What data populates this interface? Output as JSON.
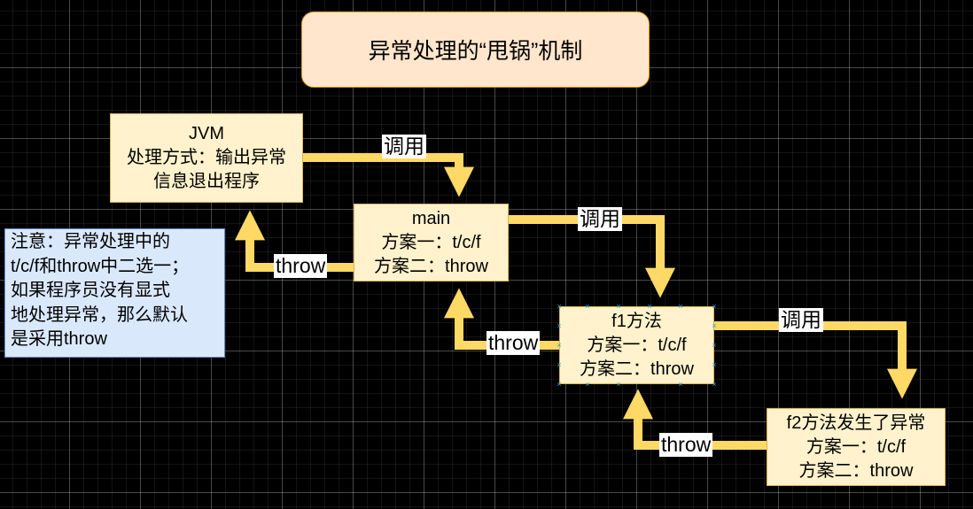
{
  "title": "异常处理的“甩锅”机制",
  "nodes": {
    "jvm": {
      "lines": [
        "JVM",
        "处理方式：输出异常",
        "信息退出程序"
      ]
    },
    "main": {
      "lines": [
        "main",
        "方案一：t/c/f",
        "方案二：throw"
      ]
    },
    "f1": {
      "lines": [
        "f1方法",
        "方案一：t/c/f",
        "方案二：throw"
      ]
    },
    "f2": {
      "lines": [
        "f2方法发生了异常",
        "方案一：t/c/f",
        "方案二：throw"
      ]
    }
  },
  "note": {
    "lines": [
      "注意：异常处理中的",
      "t/c/f和throw中二选一；",
      "如果程序员没有显式",
      "地处理异常，那么默认",
      "是采用throw"
    ]
  },
  "edge_labels": {
    "jvm_to_main": "调用",
    "main_to_f1": "调用",
    "f1_to_f2": "调用",
    "main_to_jvm": "throw",
    "f1_to_main": "throw",
    "f2_to_f1": "throw"
  },
  "colors": {
    "arrow": "#ffd966",
    "node_fill": "#fff2cc",
    "node_border": "#d6b656",
    "title_fill": "#ffe6cc",
    "title_border": "#d79b00",
    "note_fill": "#dae8fc",
    "note_border": "#6c8ebf",
    "selection_handles": "#29a3e0"
  }
}
